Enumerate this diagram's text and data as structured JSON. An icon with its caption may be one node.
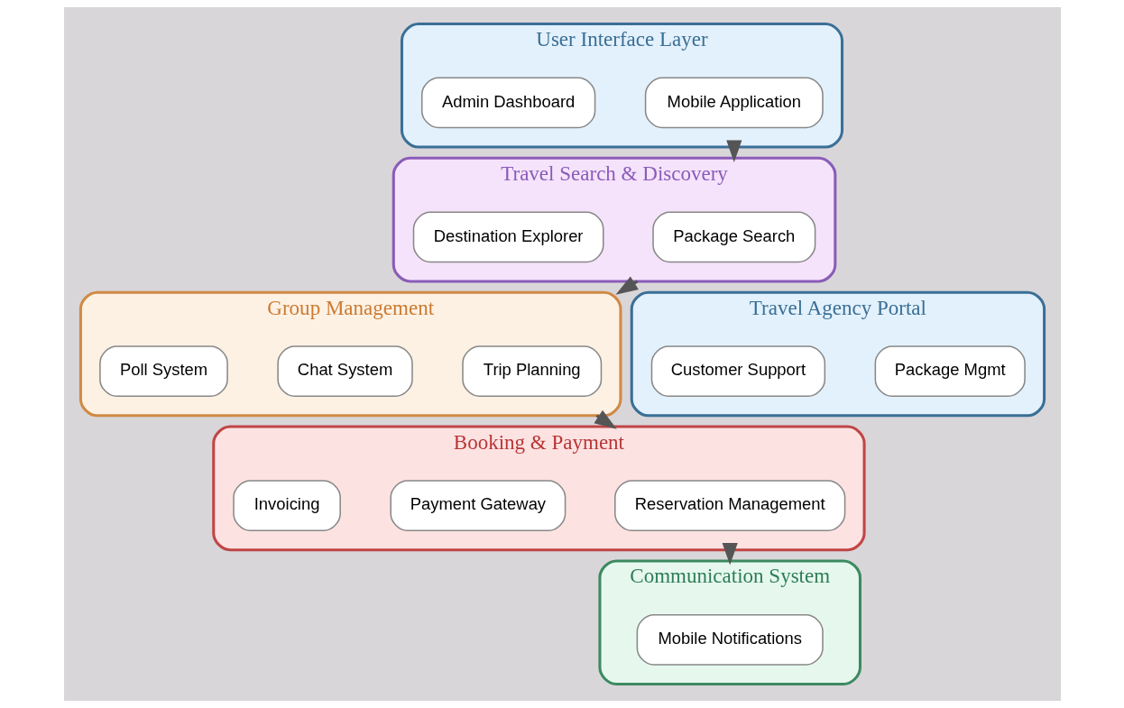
{
  "diagram": {
    "nodes": [
      {
        "text": [
          "User Interface Layer"
        ]
      },
      {
        "text": [
          "Mobile Application"
        ],
        "in": 0
      },
      {
        "text": [
          "Admin Dashboard"
        ],
        "in": 0
      },
      {
        "text": [
          "Travel Search & Discovery"
        ]
      },
      {
        "text": [
          "Package Search"
        ],
        "in": 3
      },
      {
        "text": [
          "Destination Explorer"
        ],
        "in": 3
      },
      {
        "text": [
          "Group Management"
        ]
      },
      {
        "text": [
          "Trip Planning"
        ],
        "in": 6
      },
      {
        "text": [
          "Chat System"
        ],
        "in": 6
      },
      {
        "text": [
          "Poll System"
        ],
        "in": 6
      },
      {
        "text": [
          "Travel Agency Portal"
        ]
      },
      {
        "text": [
          "Package Mgmt"
        ],
        "in": 10
      },
      {
        "text": [
          "Customer Support"
        ],
        "in": 10
      },
      {
        "text": [
          "Booking & Payment"
        ]
      },
      {
        "text": [
          "Reservation Management"
        ],
        "in": 13
      },
      {
        "text": [
          "Payment Gateway"
        ],
        "in": 13
      },
      {
        "text": [
          "Invoicing"
        ],
        "in": 13
      },
      {
        "text": [
          "Communication System"
        ]
      },
      {
        "text": [
          "Mobile Notifications"
        ],
        "in": 17
      }
    ],
    "edges": [
      {
        "from": 0,
        "to": 3,
        "arrow": "to"
      },
      {
        "from": 3,
        "to": 6,
        "arrow": "to"
      },
      {
        "from": 6,
        "to": 13,
        "arrow": "to"
      },
      {
        "from": 13,
        "to": 17,
        "arrow": "to"
      }
    ]
  }
}
